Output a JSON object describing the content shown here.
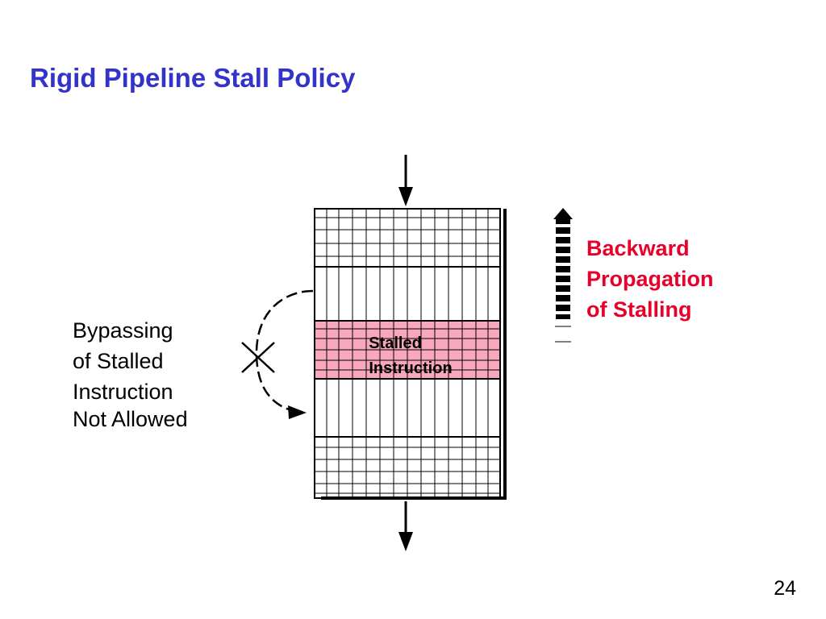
{
  "slide": {
    "title": "Rigid Pipeline Stall Policy",
    "page_number": "24"
  },
  "diagram": {
    "stalled_label": [
      "Stalled",
      "Instruction"
    ],
    "bypass_label": [
      "Bypassing",
      "of Stalled",
      "Instruction",
      "Not Allowed"
    ],
    "backward_label": [
      "Backward",
      "Propagation",
      "of Stalling"
    ]
  },
  "colors": {
    "title": "#3333cc",
    "accent_red": "#e8002a",
    "stalled_fill": "#f7a8bd",
    "grid_line": "#000000"
  },
  "icons": {
    "forbidden_mark": "x-mark-icon",
    "input_arrow": "arrow-down-icon",
    "output_arrow": "arrow-down-icon",
    "propagation_arrow": "dashed-arrow-up-icon"
  }
}
